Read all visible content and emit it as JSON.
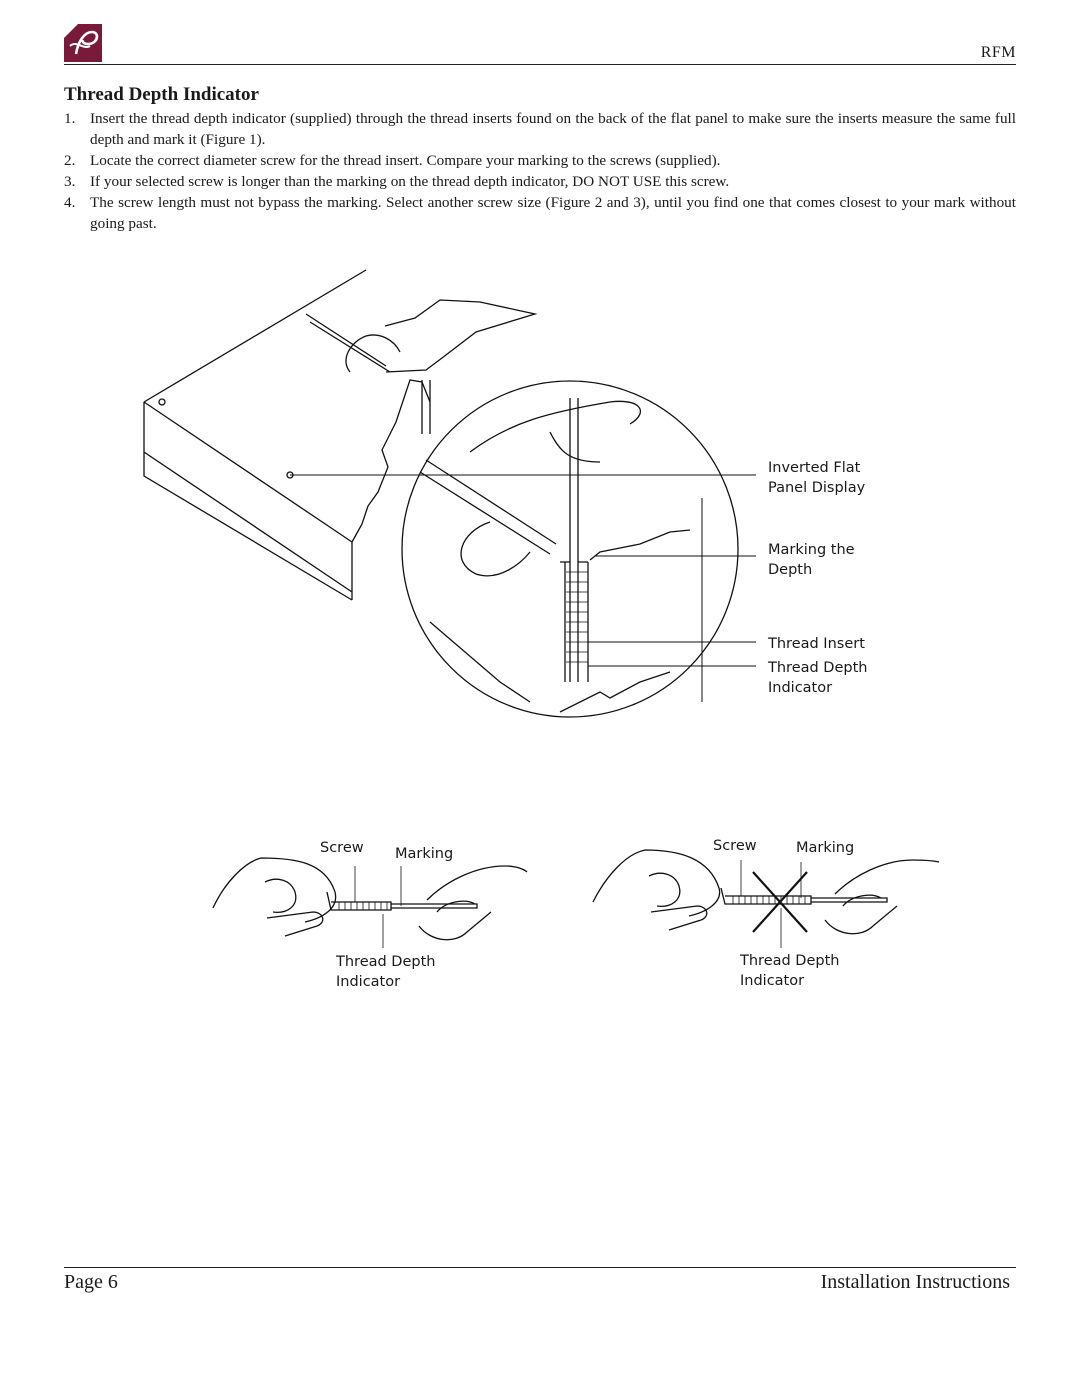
{
  "header": {
    "logo_icon": "p-monogram-logo",
    "brand_color": "#7a1a3a",
    "label": "RFM"
  },
  "section": {
    "title": "Thread Depth Indicator",
    "steps": [
      {
        "num": "1.",
        "text": "Insert the thread depth indicator (supplied) through the thread inserts found on the back of the flat panel to make sure the inserts measure the same full depth and mark it (Figure 1)."
      },
      {
        "num": "2.",
        "text": "Locate the correct diameter screw for the thread insert. Compare your marking to the screws (supplied)."
      },
      {
        "num": "3.",
        "text": "If your selected screw is longer than the marking on the thread depth indicator, DO NOT USE this screw."
      },
      {
        "num": "4.",
        "text": "The screw length must not bypass the marking. Select another screw size (Figure 2 and 3), until you find one that comes closest to your mark without going past."
      }
    ]
  },
  "figure1": {
    "callouts": {
      "inverted_panel": [
        "Inverted Flat",
        "Panel Display"
      ],
      "marking": [
        "Marking the",
        "Depth"
      ],
      "thread_insert": "Thread Insert",
      "indicator": [
        "Thread Depth",
        "Indicator"
      ]
    }
  },
  "figure2": {
    "screw": "Screw",
    "marking": "Marking",
    "indicator": [
      "Thread Depth",
      "Indicator"
    ]
  },
  "figure3": {
    "screw": "Screw",
    "marking": "Marking",
    "indicator": [
      "Thread Depth",
      "Indicator"
    ],
    "reject_icon": "x-cross-icon"
  },
  "footer": {
    "page": "Page 6",
    "doc": "Installation Instructions"
  }
}
